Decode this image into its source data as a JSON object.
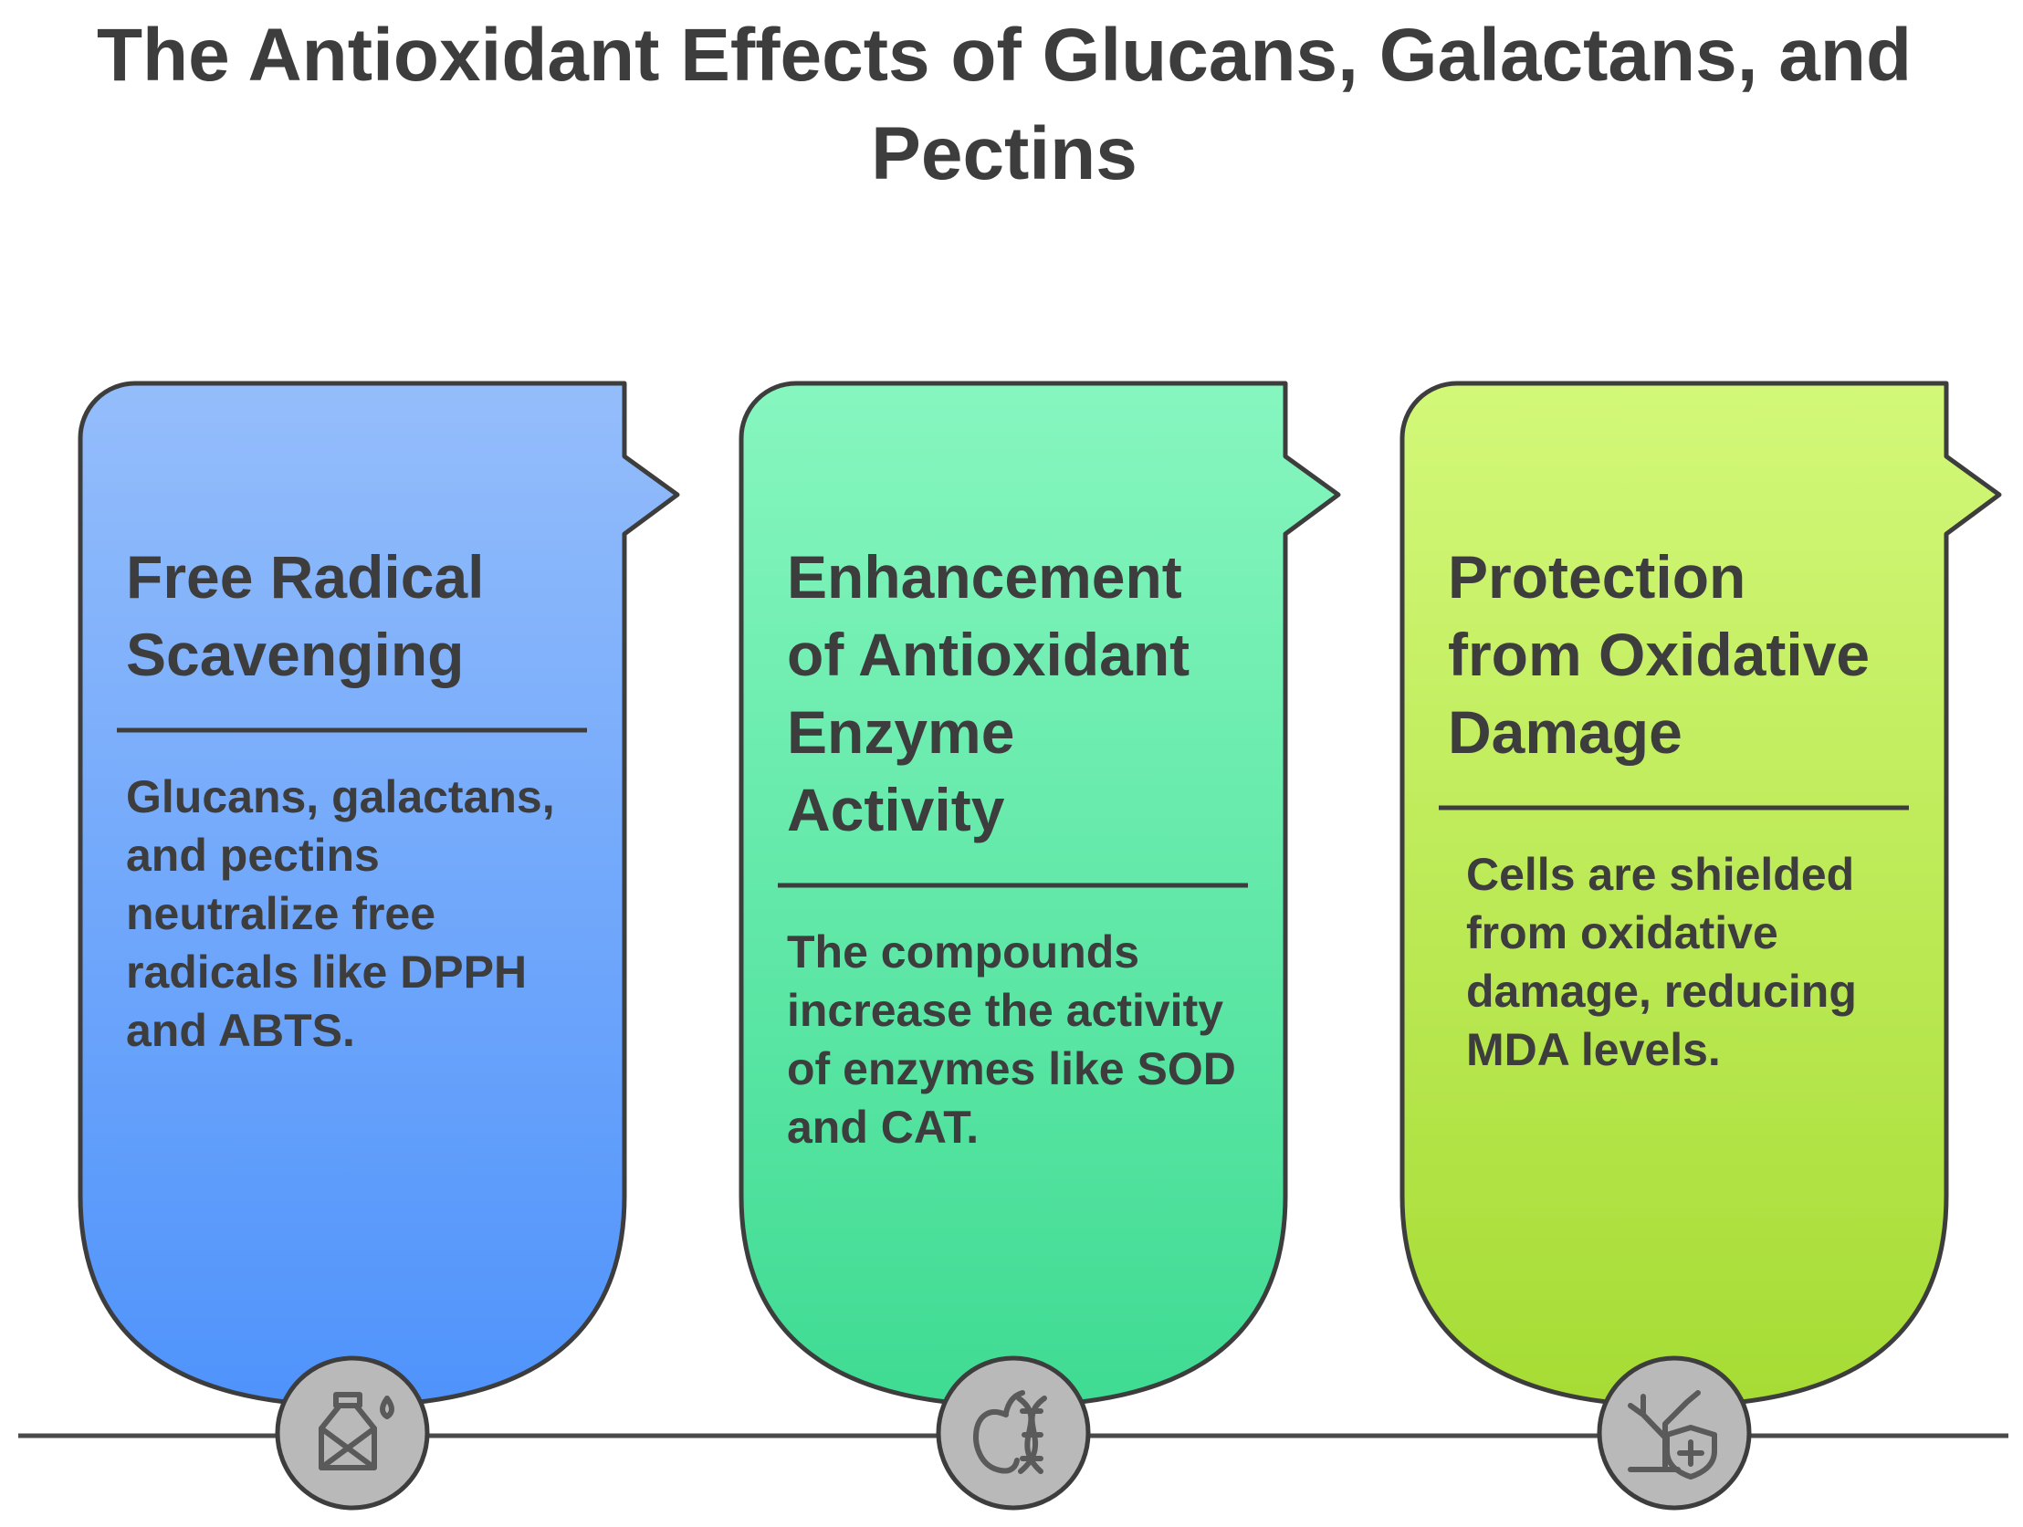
{
  "title": {
    "line1": "The Antioxidant Effects of Glucans, Galactans, and",
    "line2": "Pectins"
  },
  "colors": {
    "stroke": "#3d3d3d",
    "text": "#3d3d3d",
    "timeline": "#4a4a4a",
    "icon_circle": "#b9b9b9",
    "icon_stroke": "#5a5a5a"
  },
  "cards": [
    {
      "title_lines": [
        "Free Radical",
        "Scavenging"
      ],
      "desc_lines": [
        "Glucans, galactans,",
        "and pectins",
        "neutralize free",
        "radicals like DPPH",
        "and ABTS."
      ],
      "color_top": "#94bdfb",
      "color_bottom": "#4f93fb",
      "icon": "bottle-drop-icon"
    },
    {
      "title_lines": [
        "Enhancement",
        "of Antioxidant",
        "Enzyme",
        "Activity"
      ],
      "desc_lines": [
        "The compounds",
        "increase the activity",
        "of enzymes like SOD",
        "and CAT."
      ],
      "color_top": "#86f6bf",
      "color_bottom": "#3fdb93",
      "icon": "apple-dna-icon"
    },
    {
      "title_lines": [
        "Protection",
        "from Oxidative",
        "Damage"
      ],
      "desc_lines": [
        "Cells are shielded",
        "from oxidative",
        "damage, reducing",
        "MDA levels."
      ],
      "color_top": "#d3f879",
      "color_bottom": "#a6dc34",
      "icon": "tree-shield-icon"
    }
  ]
}
